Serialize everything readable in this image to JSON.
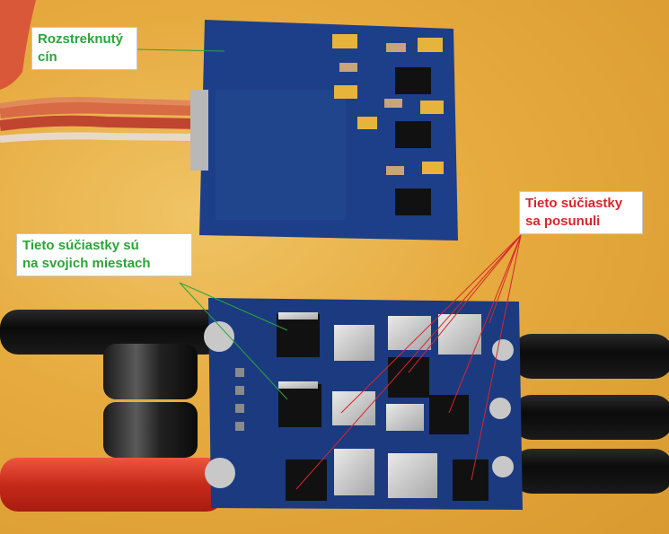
{
  "callouts": {
    "solder_splash": "Rozstreknutý\ncín",
    "in_place": "Tieto súčiastky sú\nna svojich miestach",
    "shifted": "Tieto súčiastky\nsa posunuli"
  },
  "colors": {
    "background": "#e6aa3e",
    "pcb": "#1d3f8a",
    "green_label": "#2aa53a",
    "red_label": "#d6262c"
  }
}
